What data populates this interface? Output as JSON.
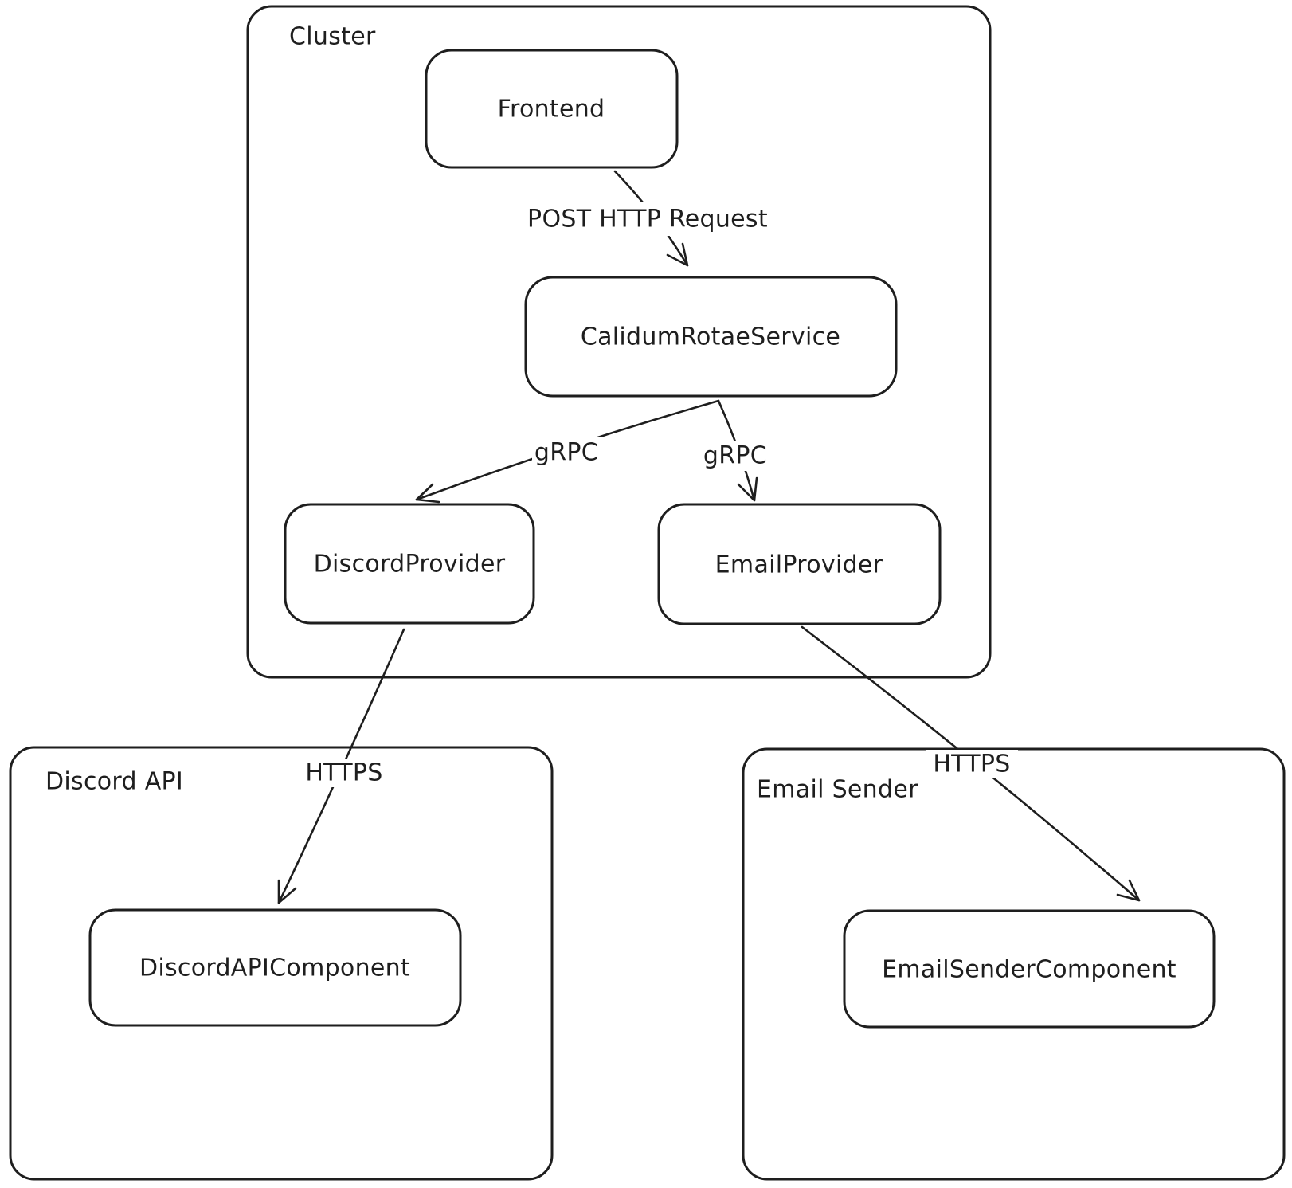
{
  "diagram": {
    "background": "#ffffff",
    "stroke_color": "#1e1e1e",
    "containers": [
      {
        "id": "cluster",
        "label": "Cluster"
      },
      {
        "id": "discord-api",
        "label": "Discord API"
      },
      {
        "id": "email-sender",
        "label": "Email Sender"
      }
    ],
    "nodes": [
      {
        "id": "frontend",
        "label": "Frontend",
        "container": "cluster"
      },
      {
        "id": "calidum-rotae-service",
        "label": "CalidumRotaeService",
        "container": "cluster"
      },
      {
        "id": "discord-provider",
        "label": "DiscordProvider",
        "container": "cluster"
      },
      {
        "id": "email-provider",
        "label": "EmailProvider",
        "container": "cluster"
      },
      {
        "id": "discord-api-component",
        "label": "DiscordAPIComponent",
        "container": "discord-api"
      },
      {
        "id": "email-sender-component",
        "label": "EmailSenderComponent",
        "container": "email-sender"
      }
    ],
    "edges": [
      {
        "from": "frontend",
        "to": "calidum-rotae-service",
        "label": "POST HTTP Request"
      },
      {
        "from": "calidum-rotae-service",
        "to": "discord-provider",
        "label": "gRPC"
      },
      {
        "from": "calidum-rotae-service",
        "to": "email-provider",
        "label": "gRPC"
      },
      {
        "from": "discord-provider",
        "to": "discord-api-component",
        "label": "HTTPS"
      },
      {
        "from": "email-provider",
        "to": "email-sender-component",
        "label": "HTTPS"
      }
    ]
  }
}
